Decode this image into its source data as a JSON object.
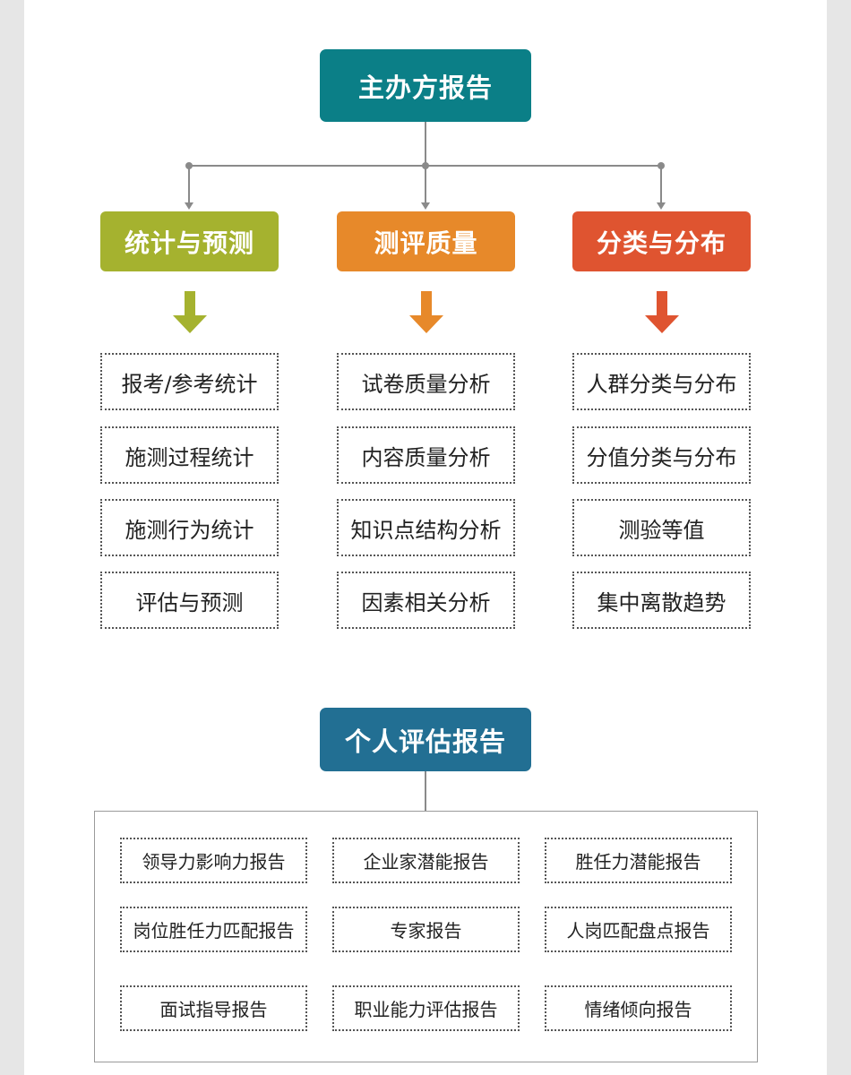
{
  "organizer_report": {
    "title": "主办方报告",
    "color": "#0b7f87",
    "categories": [
      {
        "label": "统计与预测",
        "color": "#a5b22f",
        "items": [
          "报考/参考统计",
          "施测过程统计",
          "施测行为统计",
          "评估与预测"
        ]
      },
      {
        "label": "测评质量",
        "color": "#e7892a",
        "items": [
          "试卷质量分析",
          "内容质量分析",
          "知识点结构分析",
          "因素相关分析"
        ]
      },
      {
        "label": "分类与分布",
        "color": "#df5430",
        "items": [
          "人群分类与分布",
          "分值分类与分布",
          "测验等值",
          "集中离散趋势"
        ]
      }
    ]
  },
  "personal_report": {
    "title": "个人评估报告",
    "color": "#226f93",
    "reports": [
      [
        "领导力影响力报告",
        "企业家潜能报告",
        "胜任力潜能报告"
      ],
      [
        "岗位胜任力匹配报告",
        "专家报告",
        "人岗匹配盘点报告"
      ],
      [
        "面试指导报告",
        "职业能力评估报告",
        "情绪倾向报告"
      ]
    ]
  },
  "connector_color": "#8a8a8a"
}
